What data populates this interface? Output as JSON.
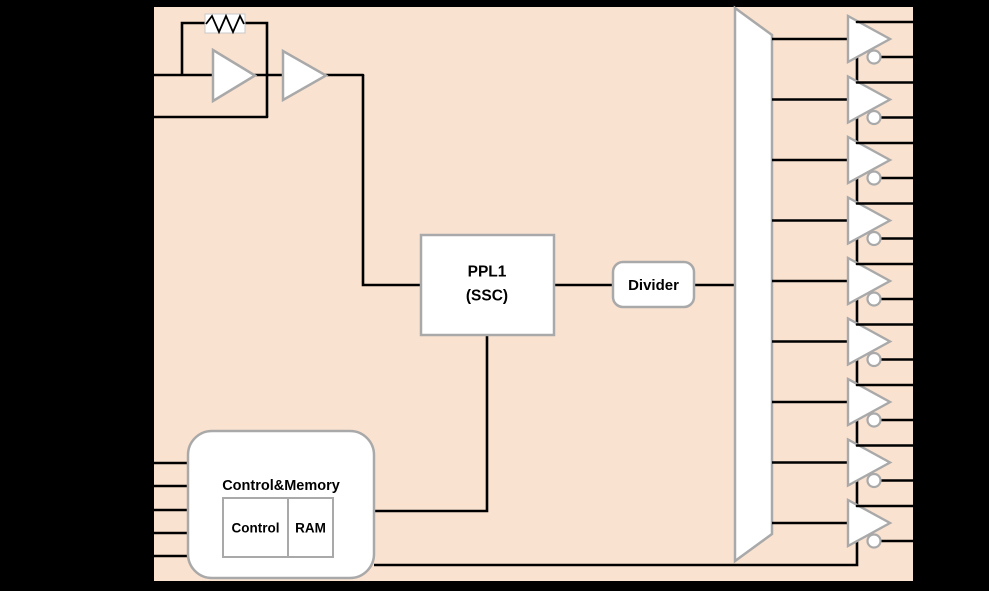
{
  "diagram_type": "ic-block-diagram",
  "chip": {
    "fill": "#fae2d0",
    "border": "#000000"
  },
  "oscillator": {
    "resistor_icon": "resistor-zigzag",
    "amplifier_icon": "triangle-amplifier",
    "buffer_icon": "triangle-buffer",
    "left_pin_count": 2
  },
  "pll": {
    "line1": "PPL1",
    "line2": "(SSC)"
  },
  "divider": {
    "label": "Divider"
  },
  "control_memory": {
    "title": "Control&Memory",
    "sub_blocks": [
      {
        "label": "Control"
      },
      {
        "label": "RAM"
      }
    ],
    "input_pin_count": 5
  },
  "distribution": {
    "icon": "mux-trapezoid"
  },
  "output_stage": {
    "buffer_count": 9,
    "pins_per_buffer": 2,
    "total_output_pins": 18,
    "buffer_icon": "triangle-buffer-with-inverting-bubble"
  },
  "colors": {
    "background": "#000000",
    "chip_fill": "#fae2d0",
    "block_fill": "#ffffff",
    "block_border": "#a9a9a9",
    "wire": "#000000",
    "text_color": "#000000"
  }
}
